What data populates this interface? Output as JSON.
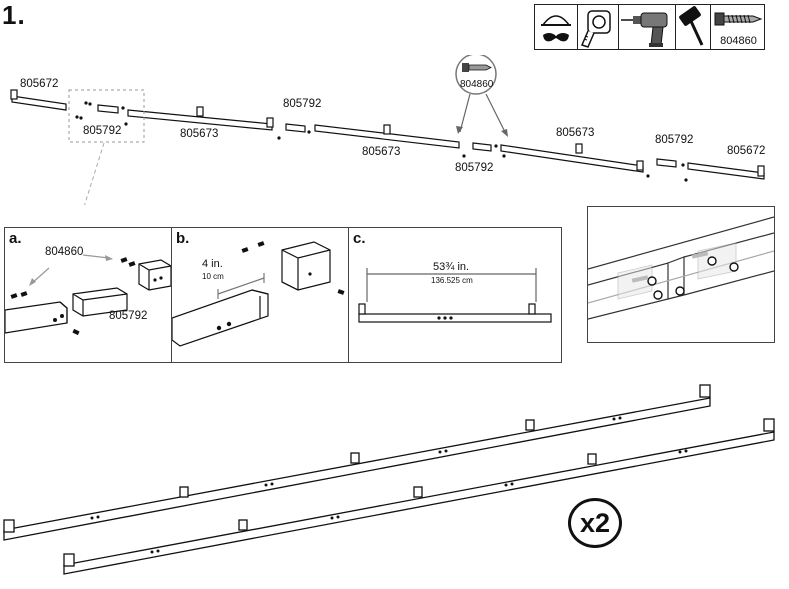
{
  "step_number": "1.",
  "tools": [
    {
      "icon": "safety-gear-icon"
    },
    {
      "icon": "tape-measure-icon"
    },
    {
      "icon": "power-drill-icon"
    },
    {
      "icon": "rubber-mallet-icon"
    },
    {
      "icon": "screw-icon",
      "label": "804860"
    }
  ],
  "parts": {
    "end_rail": "805672",
    "mid_rail": "805673",
    "connector": "805792",
    "screw": "804860"
  },
  "panel_a": {
    "letter": "a.",
    "screw_label": "804860",
    "connector_label": "805792"
  },
  "panel_b": {
    "letter": "b.",
    "dim_in": "4 in.",
    "dim_cm": "10 cm"
  },
  "panel_c": {
    "letter": "c.",
    "dim_in": "53¾ in.",
    "dim_cm": "136.525 cm"
  },
  "quantity": "x2"
}
